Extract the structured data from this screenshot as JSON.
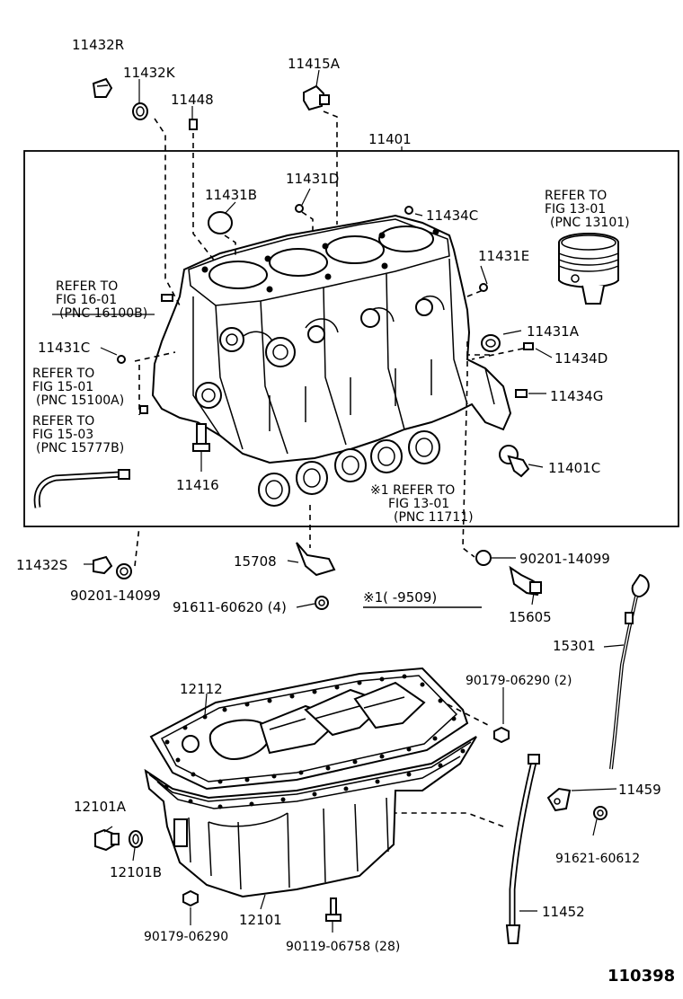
{
  "diagram_id": "110398",
  "labels": {
    "p11432r": "11432R",
    "p11432k": "11432K",
    "p11448": "11448",
    "p11415a": "11415A",
    "p11401": "11401",
    "p11431d": "11431D",
    "p11431b": "11431B",
    "p11434c": "11434C",
    "p11431e": "11431E",
    "p11431a": "11431A",
    "p11434d": "11434D",
    "p11434g": "11434G",
    "p11431c": "11431C",
    "p11401c": "11401C",
    "p11416": "11416",
    "p11432s": "11432S",
    "p15708": "15708",
    "p90201_left": "90201-14099",
    "p90201_right": "90201-14099",
    "p91611": "91611-60620 (4)",
    "p15605": "15605",
    "p15301": "15301",
    "p12112": "12112",
    "p90179_2": "90179-06290 (2)",
    "p11459": "11459",
    "p91621": "91621-60612",
    "p12101a": "12101A",
    "p12101b": "12101B",
    "p12101": "12101",
    "p11452": "11452",
    "p90179": "90179-06290",
    "p90119": "90119-06758 (28)"
  },
  "refs": {
    "piston": [
      "REFER TO",
      "FIG 13-01",
      "(PNC 13101)"
    ],
    "fig16": [
      "REFER TO",
      "FIG 16-01",
      "(PNC 16100B)"
    ],
    "fig15_01": [
      "REFER TO",
      "FIG 15-01",
      "(PNC 15100A)"
    ],
    "fig15_03": [
      "REFER TO",
      "FIG 15-03",
      "(PNC 15777B)"
    ],
    "bearing": [
      "※1 REFER TO",
      "FIG 13-01",
      "(PNC 11711)"
    ]
  },
  "note": "※1(   -9509)"
}
